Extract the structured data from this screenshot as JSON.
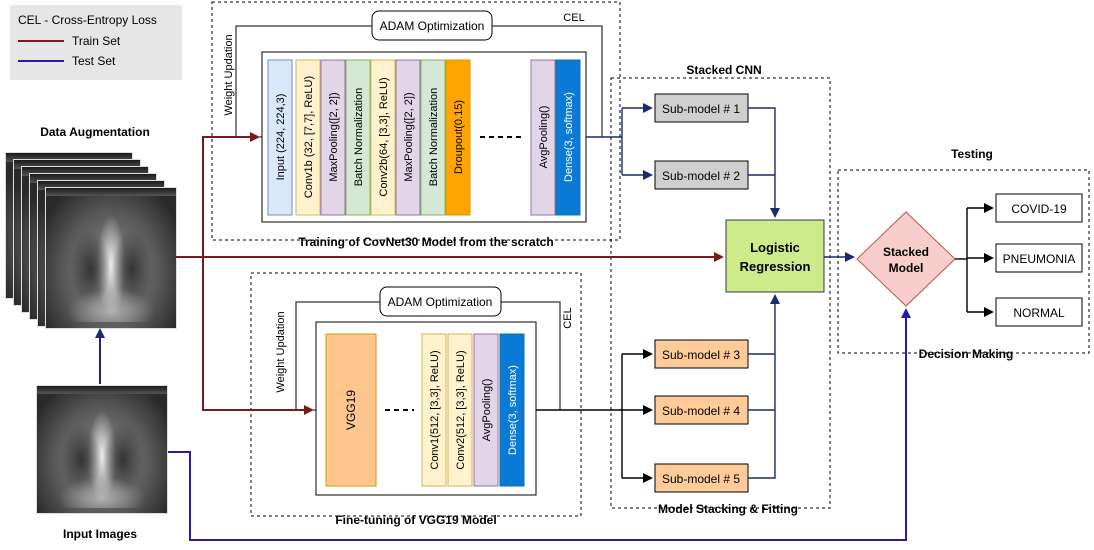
{
  "legend": {
    "cel": "CEL  -  Cross-Entropy Loss",
    "train": "Train Set",
    "test": "Test Set"
  },
  "colors": {
    "train_line": "#7b1a1a",
    "test_line": "#2a1aa8",
    "input_layer": "#dae8fc",
    "conv_layer": "#fff2cc",
    "pool_layer": "#e1d5e7",
    "bn_layer": "#d5e8d4",
    "dropout_layer": "#ffa500",
    "dense_layer": "#0a7ad6",
    "vgg_block": "#ffc58f",
    "submodel_gray": "#cfcfcf",
    "submodel_orange": "#ffcc99",
    "logistic": "#cdeb8b",
    "stacked": "#f8cecc"
  },
  "labels": {
    "data_augmentation": "Data Augmentation",
    "input_images": "Input Images",
    "adam_top": "ADAM Optimization",
    "cel_top": "CEL",
    "weight_top": "Weight Updation",
    "training_caption": "Training of CovNet30 Model from the scratch",
    "adam_bottom": "ADAM Optimization",
    "cel_bottom": "CEL",
    "weight_bottom": "Weight Updation",
    "finetune_caption": "Fine-tuning of VGG19 Model",
    "stacked_cnn": "Stacked CNN",
    "stacking_caption": "Model Stacking & Fitting",
    "testing": "Testing",
    "decision_caption": "Decision Making"
  },
  "covnet_layers": [
    "Input (224, 224,3)",
    "Conv1b (32, [7,7], ReLU)",
    "MaxPooling([2, 2])",
    "Batch Normalization",
    "Conv2b(64, [3,3], ReLU)",
    "MaxPooling([2, 2])",
    "Batch Normalization",
    "Droupout(0.15)",
    "AvgPooling()",
    "Dense(3, softmax)"
  ],
  "vgg_layers": [
    "VGG19",
    "Conv1(512, [3,3], ReLU)",
    "Conv2(512, [3,3], ReLU)",
    "AvgPooling()",
    "Dense(3, softmax)"
  ],
  "submodels": [
    "Sub-model # 1",
    "Sub-model # 2",
    "Sub-model # 3",
    "Sub-model # 4",
    "Sub-model # 5"
  ],
  "logistic": [
    "Logistic",
    "Regression"
  ],
  "stacked": [
    "Stacked",
    "Model"
  ],
  "outputs": [
    "COVID-19",
    "PNEUMONIA",
    "NORMAL"
  ]
}
